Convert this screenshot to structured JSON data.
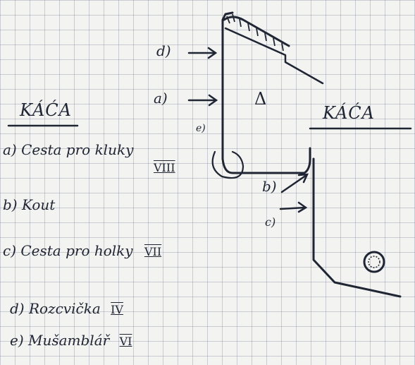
{
  "title_left": "KÁĆA",
  "title_right": "KÁĆA",
  "legend": [
    {
      "text": "a) Cesta pro kluky",
      "roman": "VIII"
    },
    {
      "text": "b) Kout",
      "roman": ""
    },
    {
      "text": "c) Cesta pro holky",
      "roman": "VII"
    },
    {
      "text": "d) Rozcvička",
      "roman": "IV"
    },
    {
      "text": "e) Mušamblář",
      "roman": "VI"
    }
  ],
  "labels": {
    "d": "d)",
    "a": "a)",
    "e": "e)",
    "b": "b)",
    "c": "c)"
  },
  "triangle_symbol": "Δ",
  "icons": [
    "arrow-icon",
    "circle-symbol-icon",
    "hatched-slope-icon"
  ]
}
